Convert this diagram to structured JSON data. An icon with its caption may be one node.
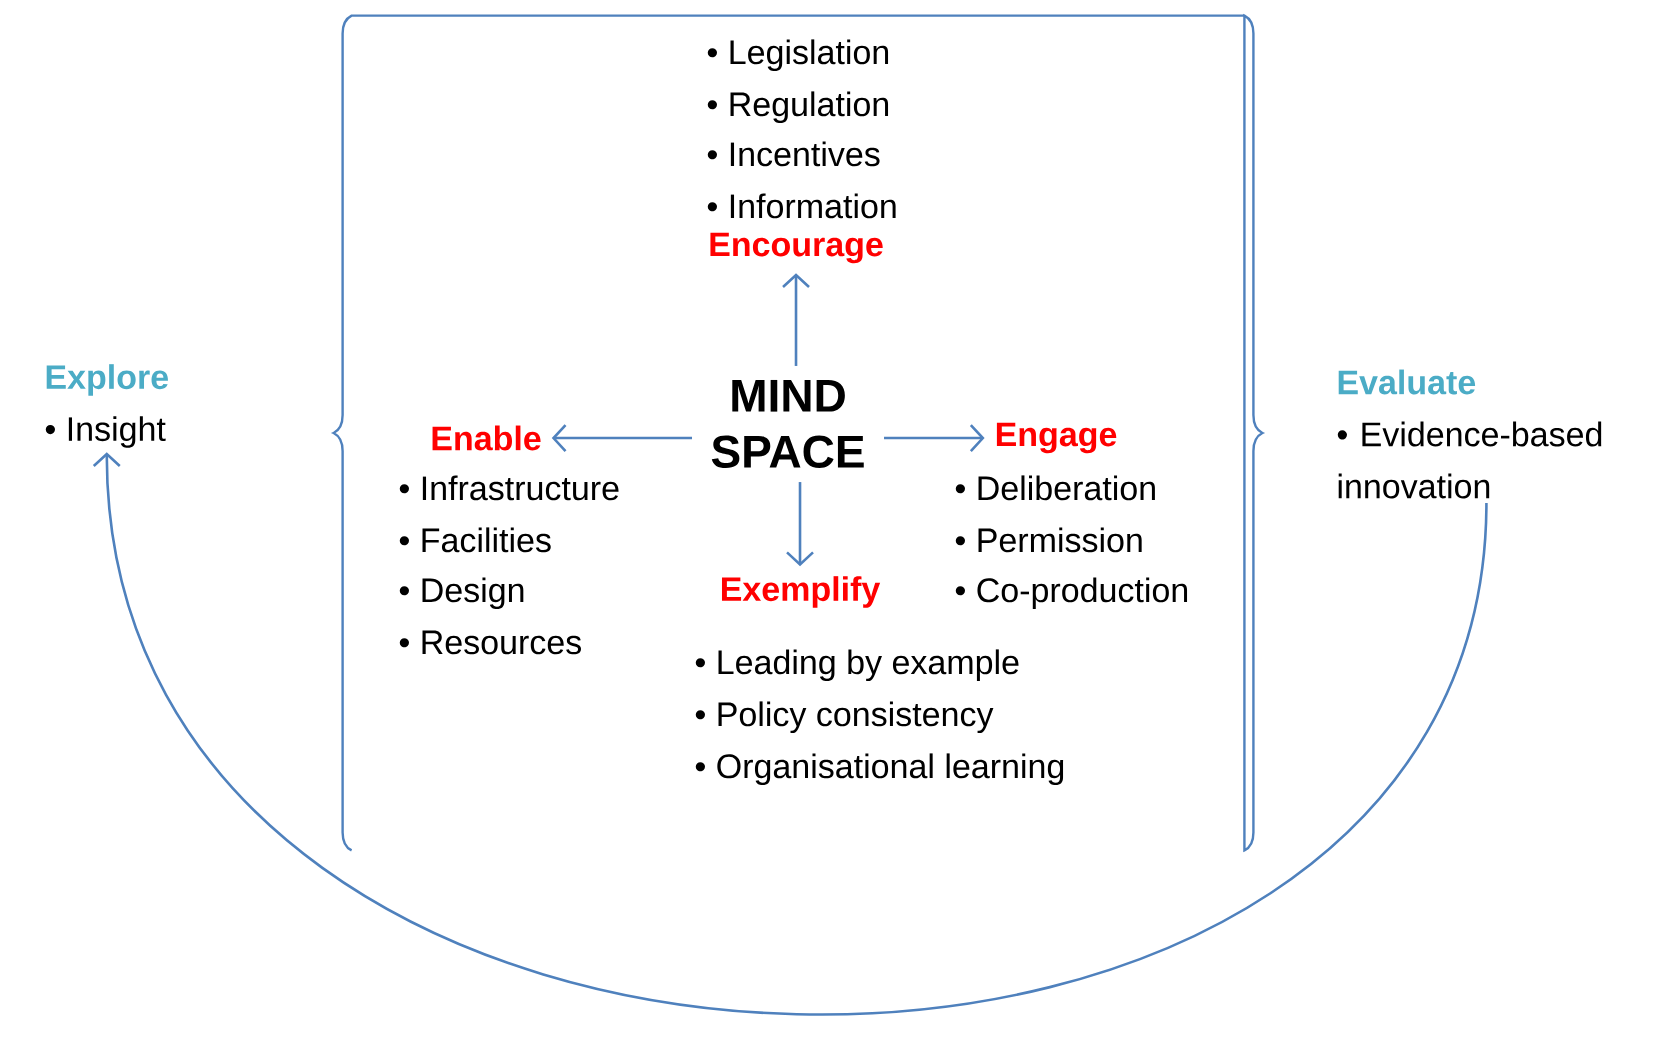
{
  "diagram": {
    "nodes": [
      {
        "text": [
          "Explore",
          "• Insight"
        ]
      },
      {
        "text": [],
        "shape": "box"
      },
      {
        "text": [
          "Encourage"
        ],
        "in": 1,
        "beside": [
          "• Legislation",
          "• Regulation",
          "• Incentives",
          "• Information"
        ]
      },
      {
        "text": [
          "MIND SPACE"
        ],
        "in": 1
      },
      {
        "text": [
          "Enable"
        ],
        "in": 1,
        "beside": [
          "• Infrastructure",
          "• Facilities",
          "• Design",
          "• Resources"
        ]
      },
      {
        "text": [
          "Engage"
        ],
        "in": 1,
        "beside": [
          "• Deliberation",
          "• Permission",
          "• Co-production"
        ]
      },
      {
        "text": [
          "Exemplify"
        ],
        "in": 1,
        "beside": [
          "• Leading by example",
          "• Policy consistency",
          "• Organisational learning"
        ]
      },
      {
        "text": [
          "Evaluate",
          "• Evidence-based innovation"
        ]
      }
    ],
    "edges": [
      {
        "from": 3,
        "to": 2,
        "arrow": "to"
      },
      {
        "from": 3,
        "to": 4,
        "arrow": "to"
      },
      {
        "from": 3,
        "to": 5,
        "arrow": "to"
      },
      {
        "from": 3,
        "to": 6,
        "arrow": "to"
      },
      {
        "from": 7,
        "to": 0,
        "arrow": "to"
      }
    ]
  }
}
